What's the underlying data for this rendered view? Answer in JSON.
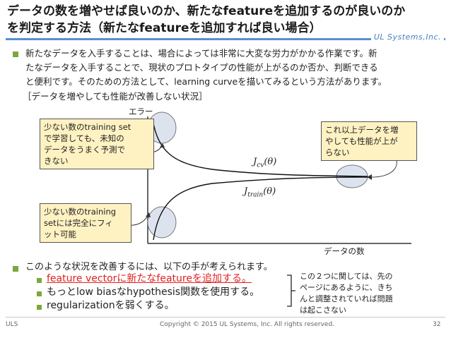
{
  "slide": {
    "title_line1": "データの数を増やせば良いのか、新たなfeatureを追加するのが良いのか",
    "title_line2": "を判定する方法（新たなfeatureを追加すれば良い場合）",
    "brand": "UL Systems,Inc.",
    "paragraph1_line1": "新たなデータを入手することは、場合によっては非常に大変な労力がかかる作業です。新",
    "paragraph1_line2": "たなデータを入手することで、現状のプロトタイプの性能が上がるのか否か、判断できる",
    "paragraph1_line3": "と便利です。そのための方法として、learning curveを描いてみるという方法があります。",
    "subheading": "［データを増やしても性能が改善しない状況］"
  },
  "diagram": {
    "y_axis_label": "エラー",
    "x_axis_label": "データの数",
    "curve_cv_label": "J_cv(θ)",
    "curve_cv_main": "J",
    "curve_cv_sub": "cv",
    "curve_cv_arg": "(θ)",
    "curve_train_main": "J",
    "curve_train_sub": "train",
    "curve_train_arg": "(θ)",
    "callout_top_left": [
      "少ない数のtraining set",
      "で学習しても、未知の",
      "データをうまく予測で",
      "きない"
    ],
    "callout_bottom_left": [
      "少ない数のtraining",
      "setには完全にフィ",
      "ット可能"
    ],
    "callout_right": [
      "これ以上データを増",
      "やしても性能が上が",
      "らない"
    ]
  },
  "bullets": {
    "intro": "このような状況を改善するには、以下の手が考えられます。",
    "items": [
      "feature vectorに新たなfeatureを追加する。",
      "もっとlow biasなhypothesis関数を使用する。",
      "regularizationを弱くする。"
    ],
    "note": [
      "この２つに関しては、先の",
      "ページにあるように、きち",
      "んと調整されていれば問題",
      "は起こさない"
    ]
  },
  "footer": {
    "left": "ULS",
    "copyright": "Copyright © 2015 UL Systems, Inc.  All rights reserved.",
    "page": "32"
  },
  "colors": {
    "accent_blue": "#5a8fd0",
    "bullet_green": "#7aa83c",
    "callout_fill": "#fff2c2",
    "highlight_red": "#e02020",
    "ellipse_fill": "#dde3ee"
  }
}
